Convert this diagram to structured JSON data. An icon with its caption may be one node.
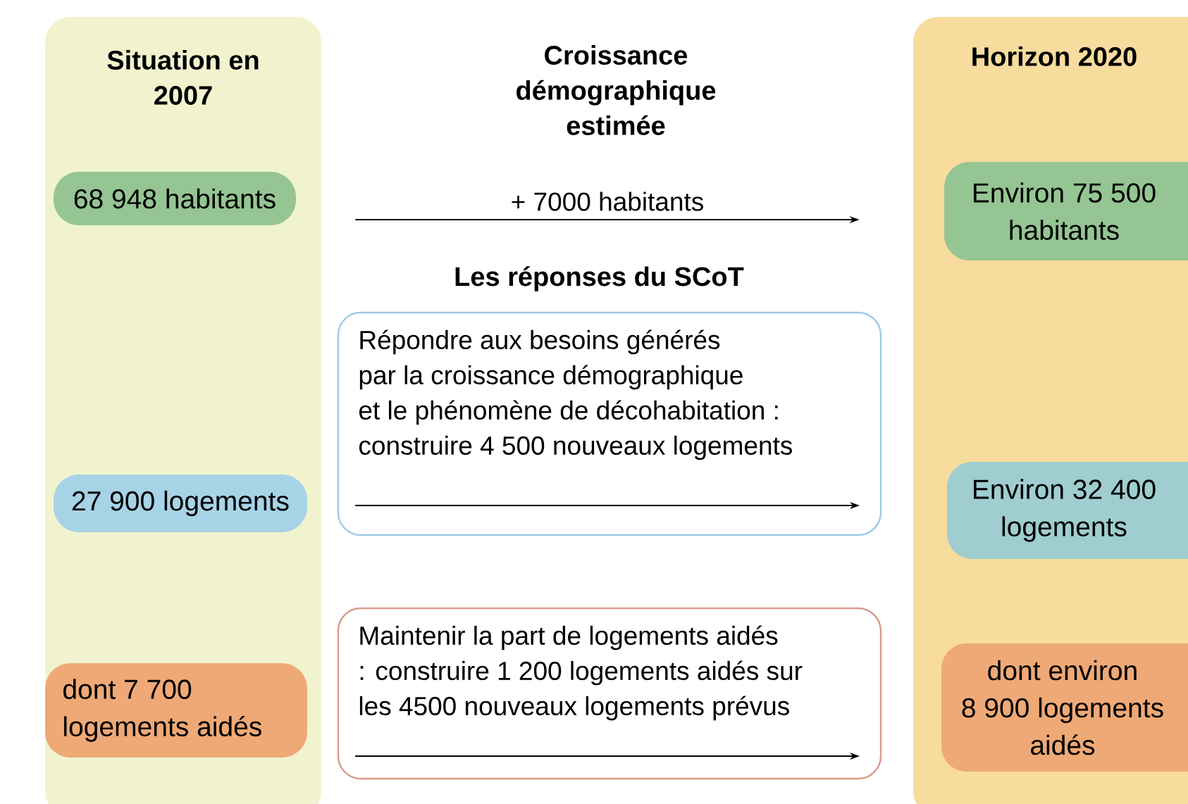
{
  "diagram": {
    "nodes": [
      {
        "text": [
          "Situation en 2007"
        ]
      },
      {
        "text": [
          "68 948 habitants"
        ],
        "in": 0
      },
      {
        "text": [
          "27 900 logements"
        ],
        "in": 0
      },
      {
        "text": [
          "dont 7 700 logements aidés"
        ],
        "in": 0
      },
      {
        "text": [
          "Horizon 2020"
        ]
      },
      {
        "text": [
          "Environ 75 500 habitants"
        ],
        "in": 4
      },
      {
        "text": [
          "Environ 32 400 logements"
        ],
        "in": 4
      },
      {
        "text": [
          "dont environ 8 900 logements aidés"
        ],
        "in": 4
      },
      {
        "text": [
          "Répondre aux besoins générés par la croissance démographique et le phénomène de décohabitation : construire 4 500 nouveaux logements"
        ]
      },
      {
        "text": [
          "Maintenir la part de logements aidés : construire 1 200 logements aidés sur les 4500 nouveaux logements prévus"
        ]
      }
    ],
    "edges": [
      {
        "from": 1,
        "to": 5,
        "arrow": "to",
        "label": "+ 7000 habitants"
      }
    ],
    "labels": [
      "Croissance démographique estimée",
      "Les réponses du SCoT"
    ]
  }
}
